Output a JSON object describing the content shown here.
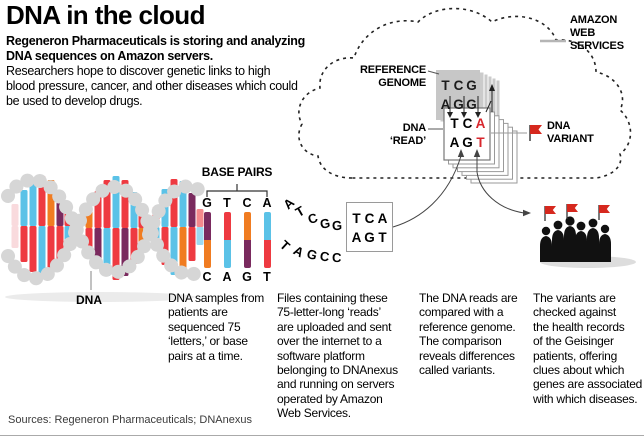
{
  "header": {
    "title": "DNA in the cloud",
    "deck": "Regeneron Pharmaceuticals is storing and analyzing\nDNA sequences on Amazon servers.",
    "body": "Researchers hope to discover genetic links to high\nblood pressure, cancer, and other diseases which could\nbe used to develop drugs."
  },
  "cloud": {
    "aws_label": "AMAZON\nWEB\nSERVICES",
    "reference_genome_label": "REFERENCE\nGENOME",
    "dna_read_label": "DNA\n‘READ’",
    "dna_variant_label": "DNA\nVARIANT",
    "genome_letters": [
      "T",
      "C",
      "G",
      "A",
      "G",
      "G"
    ],
    "read_letters": [
      "T",
      "C",
      "A",
      "A",
      "G",
      "T"
    ]
  },
  "helix": {
    "label": "DNA"
  },
  "base_pairs": {
    "label": "BASE PAIRS",
    "columns": [
      {
        "top": "G",
        "bottom": "C"
      },
      {
        "top": "T",
        "bottom": "A"
      },
      {
        "top": "C",
        "bottom": "G"
      },
      {
        "top": "A",
        "bottom": "T"
      }
    ]
  },
  "stream": {
    "top_letters": [
      "A",
      "T",
      "C",
      "G",
      "G"
    ],
    "bottom_letters": [
      "T",
      "A",
      "G",
      "C",
      "C"
    ],
    "boxed_letters": [
      "T",
      "C",
      "A",
      "A",
      "G",
      "T"
    ]
  },
  "captions": [
    "DNA samples from\npatients are\nsequenced 75\n‘letters,’ or base\npairs at a time.",
    "Files containing these\n75-letter-long ‘reads’\nare uploaded and sent\nover the internet to a\nsoftware platform\nbelonging to DNAnexus\nand running on servers\noperated by Amazon\nWeb Services.",
    "The DNA reads are\ncompared with a\nreference genome.\nThe comparison\nreveals differences\ncalled variants.",
    "The variants are\nchecked against\nthe health records\nof the Geisinger\npatients, offering\nclues about which\ngenes are associated\nwith which diseases."
  ],
  "source_line": "Sources: Regeneron Pharmaceuticals; DNAnexus",
  "colors": {
    "base_red": "#ee3a41",
    "base_blue": "#5bc2e7",
    "base_orange": "#f07c21",
    "base_purple": "#7a2a5e",
    "variant_red": "#d8262c",
    "flag_red": "#d6281e"
  },
  "icons": {
    "variant_flag": "red-flag-icon",
    "patient_flags": "red-flag-icon"
  }
}
